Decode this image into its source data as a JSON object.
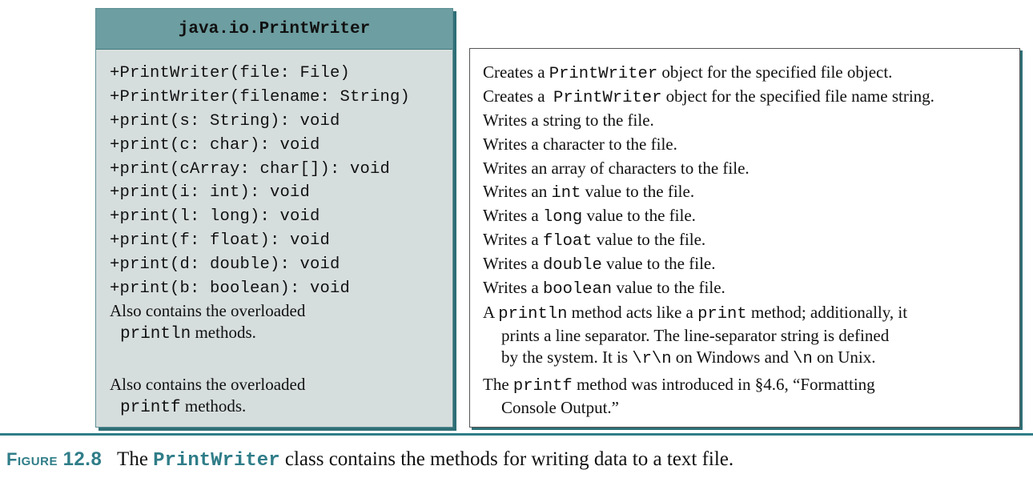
{
  "uml": {
    "class_name": "java.io.PrintWriter",
    "methods": [
      "+PrintWriter(file: File)",
      "+PrintWriter(filename: String)",
      "+print(s: String): void",
      "+print(c: char): void",
      "+print(cArray: char[]): void",
      "+print(i: int): void",
      "+print(l: long): void",
      "+print(f: float): void",
      "+print(d: double): void",
      "+print(b: boolean): void"
    ],
    "note1": {
      "line1": "Also contains the overloaded",
      "code": "println",
      "tail": " methods."
    },
    "note2": {
      "line1": "Also contains the overloaded",
      "code": "printf",
      "tail": " methods."
    }
  },
  "descriptions": {
    "rows": [
      {
        "pre": "Creates a ",
        "code": "PrintWriter",
        "post": " object for the specified file object."
      },
      {
        "pre": "Creates a  ",
        "code": "PrintWriter",
        "post": " object for the specified file name string."
      },
      {
        "pre": "Writes a string to the file.",
        "code": "",
        "post": ""
      },
      {
        "pre": "Writes a character to the file.",
        "code": "",
        "post": ""
      },
      {
        "pre": "Writes an array of characters to the file.",
        "code": "",
        "post": ""
      },
      {
        "pre": "Writes an ",
        "code": "int",
        "post": " value to the file."
      },
      {
        "pre": "Writes a ",
        "code": "long",
        "post": " value to the file."
      },
      {
        "pre": "Writes a ",
        "code": "float",
        "post": " value to the file."
      },
      {
        "pre": "Writes a ",
        "code": "double",
        "post": " value to the file."
      },
      {
        "pre": "Writes a ",
        "code": "boolean",
        "post": " value to the file."
      }
    ],
    "println_para": {
      "l1_a": "A ",
      "l1_code1": "println",
      "l1_b": " method acts like a ",
      "l1_code2": "print",
      "l1_c": " method; additionally, it",
      "l2": "prints a line separator. The line-separator string is defined",
      "l3_a": "by the system. It is ",
      "l3_code1": "\\r\\n",
      "l3_b": " on Windows and ",
      "l3_code2": "\\n",
      "l3_c": " on Unix."
    },
    "printf_para": {
      "l1_a": "The ",
      "l1_code": "printf",
      "l1_b": " method was introduced in §4.6, “Formatting",
      "l2": "Console Output.”"
    }
  },
  "caption": {
    "label": "Figure",
    "number": "12.8",
    "text_pre": "The ",
    "class_name": "PrintWriter",
    "text_post": " class contains the methods for writing data to a text file."
  },
  "colors": {
    "header": "#6d9ea1",
    "body": "#d6dedd",
    "accent": "#2f7d88"
  }
}
